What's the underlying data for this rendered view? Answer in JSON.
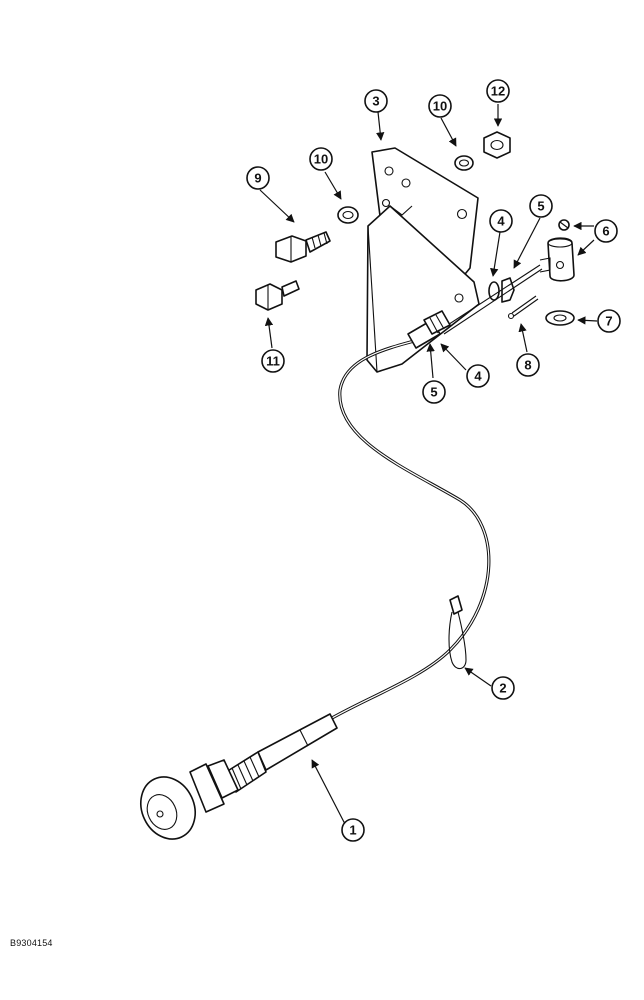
{
  "drawing_code": "B9304154",
  "callout_labels": [
    "1",
    "2",
    "3",
    "4",
    "4",
    "5",
    "5",
    "6",
    "7",
    "8",
    "9",
    "10",
    "10",
    "11",
    "12"
  ],
  "colors": {
    "ink": "#111111",
    "paper": "#ffffff"
  }
}
